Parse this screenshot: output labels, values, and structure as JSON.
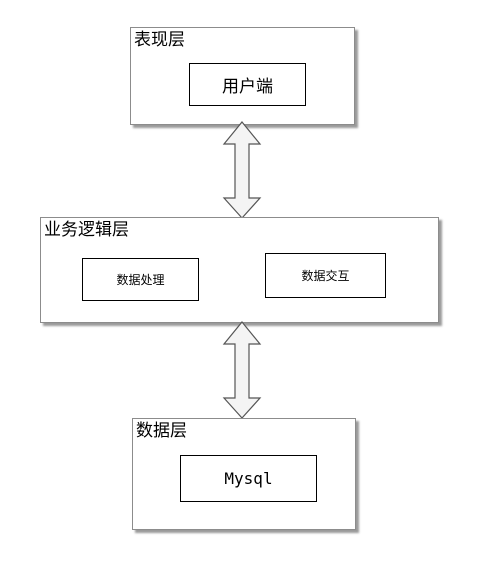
{
  "layers": {
    "presentation": {
      "title": "表现层",
      "boxes": [
        "用户端"
      ]
    },
    "logic": {
      "title": "业务逻辑层",
      "boxes": [
        "数据处理",
        "数据交互"
      ]
    },
    "data": {
      "title": "数据层",
      "boxes": [
        "Mysql"
      ]
    }
  },
  "colors": {
    "arrow_fill": "#f4f4f4",
    "arrow_stroke": "#555555",
    "border": "#8c8c8c",
    "shadow": "#9a9a9a"
  }
}
